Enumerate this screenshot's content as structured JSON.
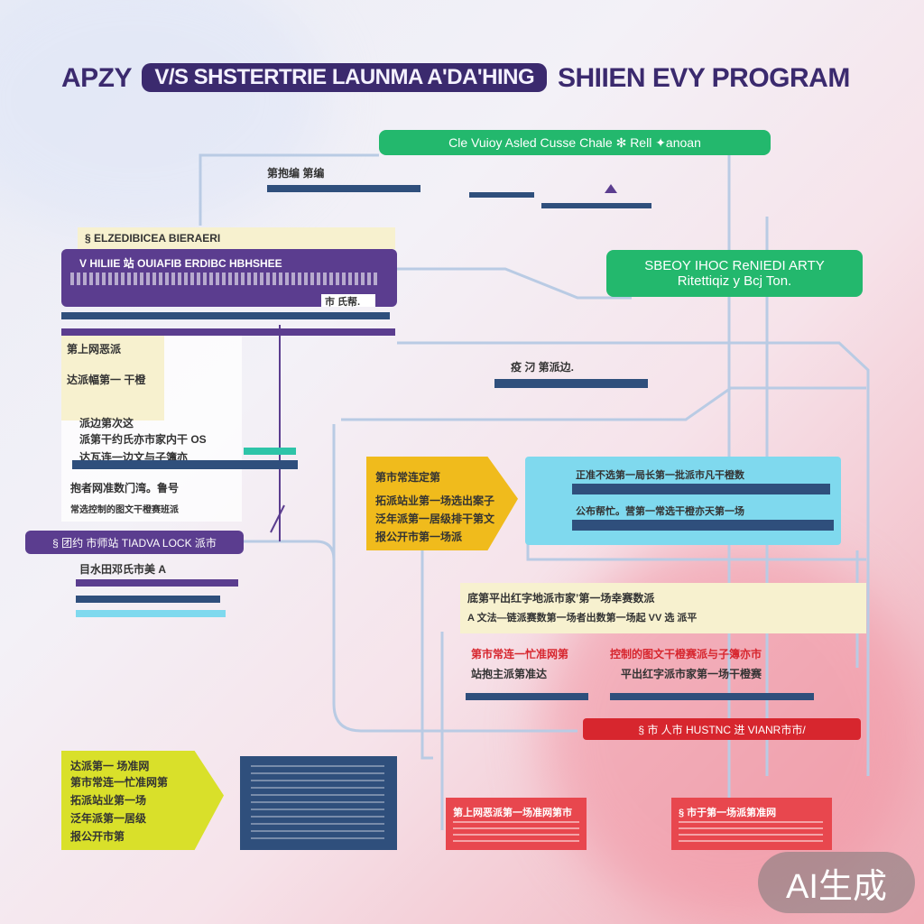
{
  "title": {
    "left": "APZY",
    "middle": "V/S SHSTERTRIE LAUNMA A'DA'HING",
    "right": "SHIIEN EVY PROGRAM"
  },
  "top_pill": "Cle Vuioy Asled Cusse Chale ✻ Rell ✦anoan",
  "center_heading": "第抱编 第编",
  "left_header": "§ ELZEDIBICEA BIERAERI",
  "purple_header": "V HILIIE  站 OUIAFIB  ERDIBC  HBHSHEE",
  "purple_sub": "市 氏帮.",
  "green_pill": {
    "line1": "SBEOY IHOC ReNIEDI ARTY",
    "line2": "Ritettiqiz y  Bcj Ton."
  },
  "mid_label": "疫 汈 第派边.",
  "left_panel": {
    "a": "第上网恶派",
    "b": "达派幅第一 干橙",
    "c": "派边第次这",
    "d": "派第干约氏亦市家内干 OS",
    "e": "达瓦连一边文与子簿亦",
    "f": "抱者网准数门湾。鲁号",
    "g": "常选控制的图文干橙赛班派"
  },
  "purple_pill_left": "§ 团约 市师站 TIADVA LOCK 派市",
  "left_lower_label": "目水田邓氏市美 A",
  "yellow_card": {
    "l1": "第市常连定第",
    "l2": "拓派站业第一场选出案子",
    "l3": "泛年派第一居级排干第文",
    "l4": "报公开市第一场派"
  },
  "cyan_card": {
    "l1": "正准不选第一局长第一批派市凡干橙数",
    "l2": "公布帮忙。营第一常选干橙亦天第一场"
  },
  "cream_card": {
    "l1": "底第平出红字地派市家’第一场幸赛数派",
    "l2": "A 文法—链派赛数第一场者出数第一场起 VV 选 派平"
  },
  "red_bar_right": "§ 市 人市 HUSTNC 进 VIANR市市/",
  "mid_list": {
    "h1": "第市常连一忙准网第",
    "r1": "站抱主派第准达",
    "h2": "控制的图文干橙赛派与子簿亦市",
    "r2": "平出红字派市家第一场干橙赛"
  },
  "lime_card": {
    "l1": "达派第一 场准网",
    "l2": "第市常连一忙准网第",
    "l3": "拓派站业第一场",
    "l4": "泛年派第一居级",
    "l5": "报公开市第"
  },
  "red_card_a": "第上网恶派第一场准网第市",
  "red_card_b": "§ 市于第一场派第准网",
  "badge": "AI生成",
  "colors": {
    "purple": "#5b3d8f",
    "green": "#23b86d",
    "teal": "#2ec4a8",
    "yellow": "#f0bb1c",
    "cyan": "#7fd9ee",
    "red": "#d7262e",
    "navy": "#2f4f7c",
    "lime": "#d9e02a",
    "cream": "#f7f1cf"
  }
}
